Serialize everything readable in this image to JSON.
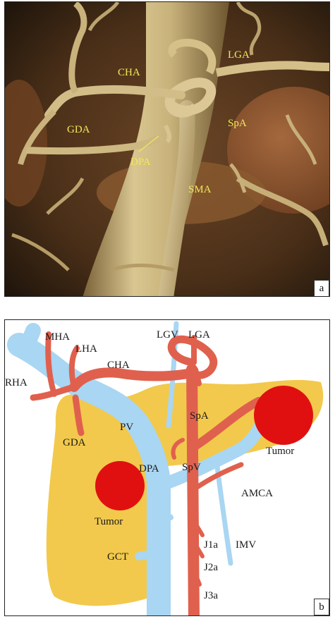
{
  "panel_a": {
    "tag": "a",
    "labels": {
      "cha": "CHA",
      "lga": "LGA",
      "gda": "GDA",
      "spa": "SpA",
      "dpa": "DPA",
      "sma": "SMA"
    }
  },
  "panel_b": {
    "tag": "b",
    "labels": {
      "mha": "MHA",
      "lha": "LHA",
      "rha": "RHA",
      "cha": "CHA",
      "lgv": "LGV",
      "lga": "LGA",
      "pv": "PV",
      "spa": "SpA",
      "gda": "GDA",
      "dpa": "DPA",
      "spv": "SpV",
      "tumor_left": "Tumor",
      "tumor_right": "Tumor",
      "amca": "AMCA",
      "j1a": "J1a",
      "j2a": "J2a",
      "imv": "IMV",
      "gct": "GCT",
      "j3a": "J3a"
    },
    "colors": {
      "pancreas": "#f2c94c",
      "vein": "#a9d6f2",
      "artery": "#e0604e",
      "tumor": "#e01010"
    }
  }
}
